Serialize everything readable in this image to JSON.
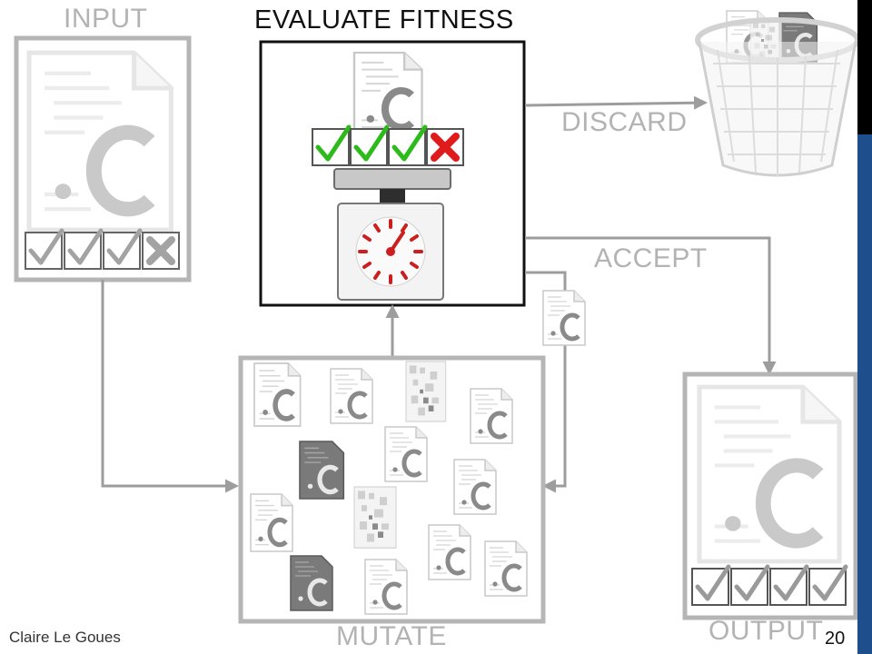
{
  "labels": {
    "input": "INPUT",
    "evaluate": "EVALUATE FITNESS",
    "discard": "DISCARD",
    "accept": "ACCEPT",
    "mutate": "MUTATE",
    "output": "OUTPUT"
  },
  "file_ext": ".c",
  "footer": {
    "author": "Claire Le Goues",
    "slide_number": "20"
  },
  "colors": {
    "gray_box": "#b5b5b5",
    "arrow": "#9d9d9d",
    "fail_red": "#e01b1b",
    "pass_green": "#2dbb1b",
    "accent_blue": "#1f4e8c"
  }
}
